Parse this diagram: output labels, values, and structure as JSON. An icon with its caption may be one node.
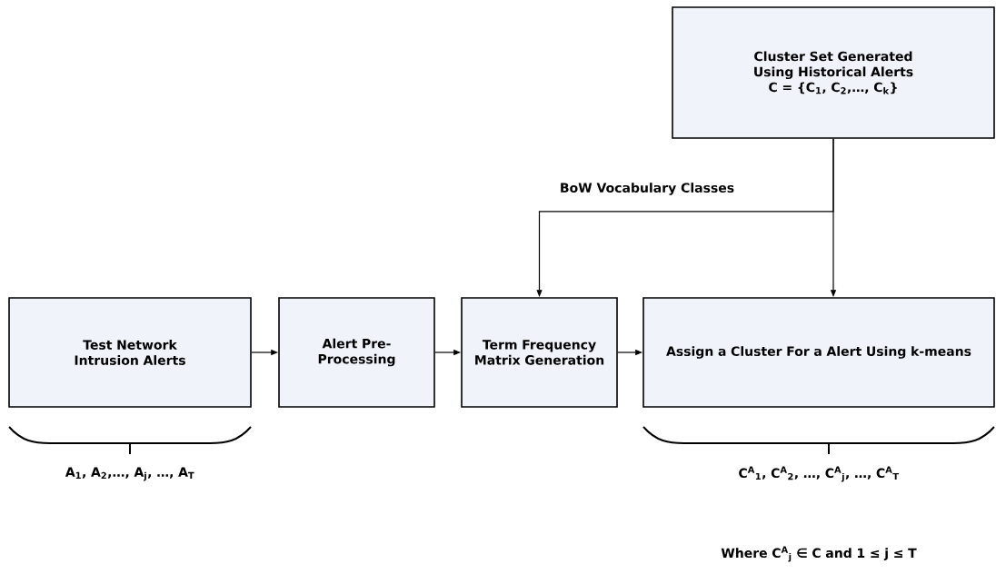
{
  "diagram": {
    "nodes": [
      {
        "text": [
          "Test Network Intrusion Alerts"
        ]
      },
      {
        "text": [
          "Alert Pre-Processing"
        ]
      },
      {
        "text": [
          "Term Frequency Matrix Generation"
        ]
      },
      {
        "text": [
          "Assign a Cluster For a Alert Using k-means"
        ]
      },
      {
        "text": [
          "Cluster Set Generated Using Historical Alerts",
          "C = {C$_{1}$, C$_{2}$,…, C$_{k}$}"
        ]
      }
    ],
    "edges": [
      {
        "from": 0,
        "to": 1,
        "arrow": "to"
      },
      {
        "from": 1,
        "to": 2,
        "arrow": "to"
      },
      {
        "from": 2,
        "to": 3,
        "arrow": "to"
      },
      {
        "from": 4,
        "to": 3,
        "arrow": "to"
      },
      {
        "from": 4,
        "to": 2,
        "arrow": "to",
        "label": "BoW Vocabulary Classes"
      }
    ],
    "labels": [
      "A$_{1}$, A$_{2}$,…, A$_{j}$, …, A$_{T}$",
      "C$^{A}$$_{1}$, C$^{A}$$_{2}$, …, C$^{A}$$_{j}$, …, C$^{A}$$_{T}$",
      "Where C$^{A}$$_{j}$ ∈  C and 1 ≤ j ≤ T"
    ]
  }
}
